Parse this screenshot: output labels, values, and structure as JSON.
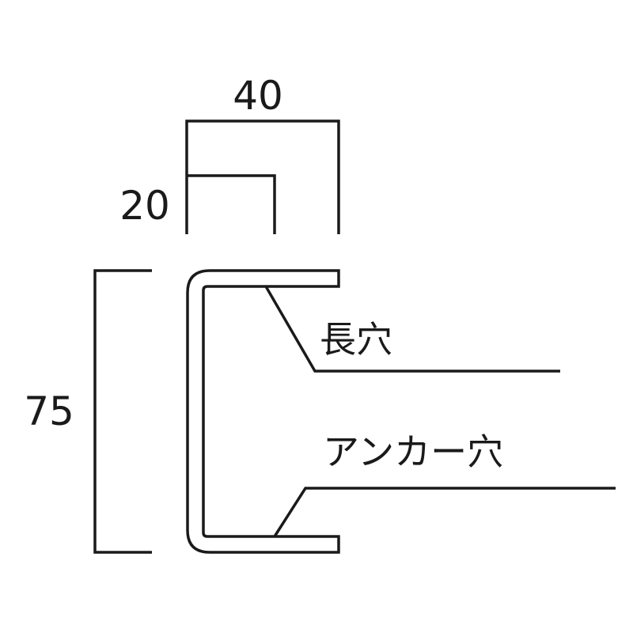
{
  "dimensions": {
    "width_outer": "40",
    "width_inner": "20",
    "height": "75"
  },
  "labels": {
    "long_hole": "長穴",
    "anchor_hole": "アンカー穴"
  },
  "colors": {
    "line": "#1a1a1a",
    "background": "#ffffff"
  }
}
